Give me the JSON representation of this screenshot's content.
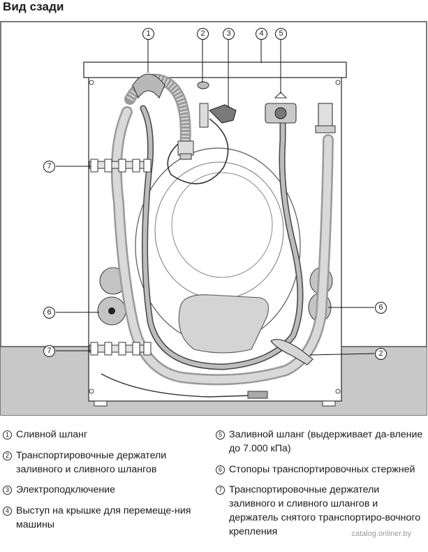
{
  "title": "Вид сзади",
  "callouts": [
    "1",
    "2",
    "3",
    "4",
    "5",
    "6",
    "7"
  ],
  "legend": {
    "left": [
      {
        "num": "1",
        "text": "Сливной шланг"
      },
      {
        "num": "2",
        "text": "Транспортировочные держатели заливного и сливного шлангов"
      },
      {
        "num": "3",
        "text": "Электроподключение"
      },
      {
        "num": "4",
        "text": "Выступ на крышке для перемеще-ния машины"
      }
    ],
    "right": [
      {
        "num": "5",
        "text": "Заливной шланг (выдерживает да-вление до 7.000 кПа)"
      },
      {
        "num": "6",
        "text": "Стопоры транспортировочных стержней"
      },
      {
        "num": "7",
        "text": "Транспортировочные держатели заливного и сливного шлангов и держатель снятого транспортиро-вочного крепления"
      }
    ]
  },
  "watermark": "catalog.onliner.by",
  "icons": [
    "washing-machine-rear-drawing"
  ]
}
